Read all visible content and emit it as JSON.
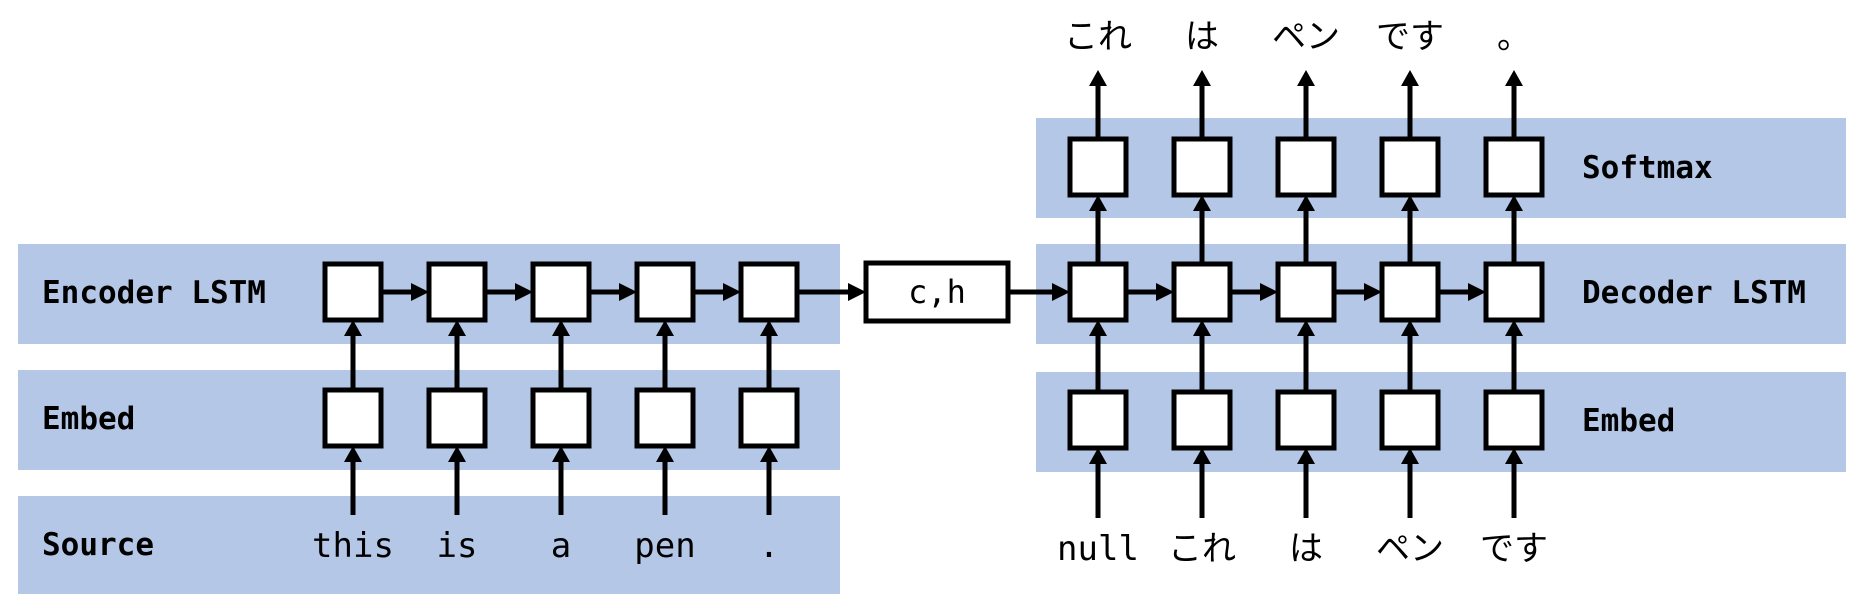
{
  "encoder": {
    "rows": {
      "lstm": "Encoder LSTM",
      "embed": "Embed",
      "source": "Source"
    },
    "source_tokens": [
      "this",
      "is",
      "a",
      "pen",
      "."
    ]
  },
  "context": {
    "label": "c,h"
  },
  "decoder": {
    "rows": {
      "softmax": "Softmax",
      "lstm": "Decoder LSTM",
      "embed": "Embed"
    },
    "input_tokens": [
      "null",
      "これ",
      "は",
      "ペン",
      "です"
    ],
    "output_tokens": [
      "これ",
      "は",
      "ペン",
      "です",
      "。"
    ]
  },
  "colors": {
    "band": "#b4c7e7",
    "stroke": "#000000"
  }
}
